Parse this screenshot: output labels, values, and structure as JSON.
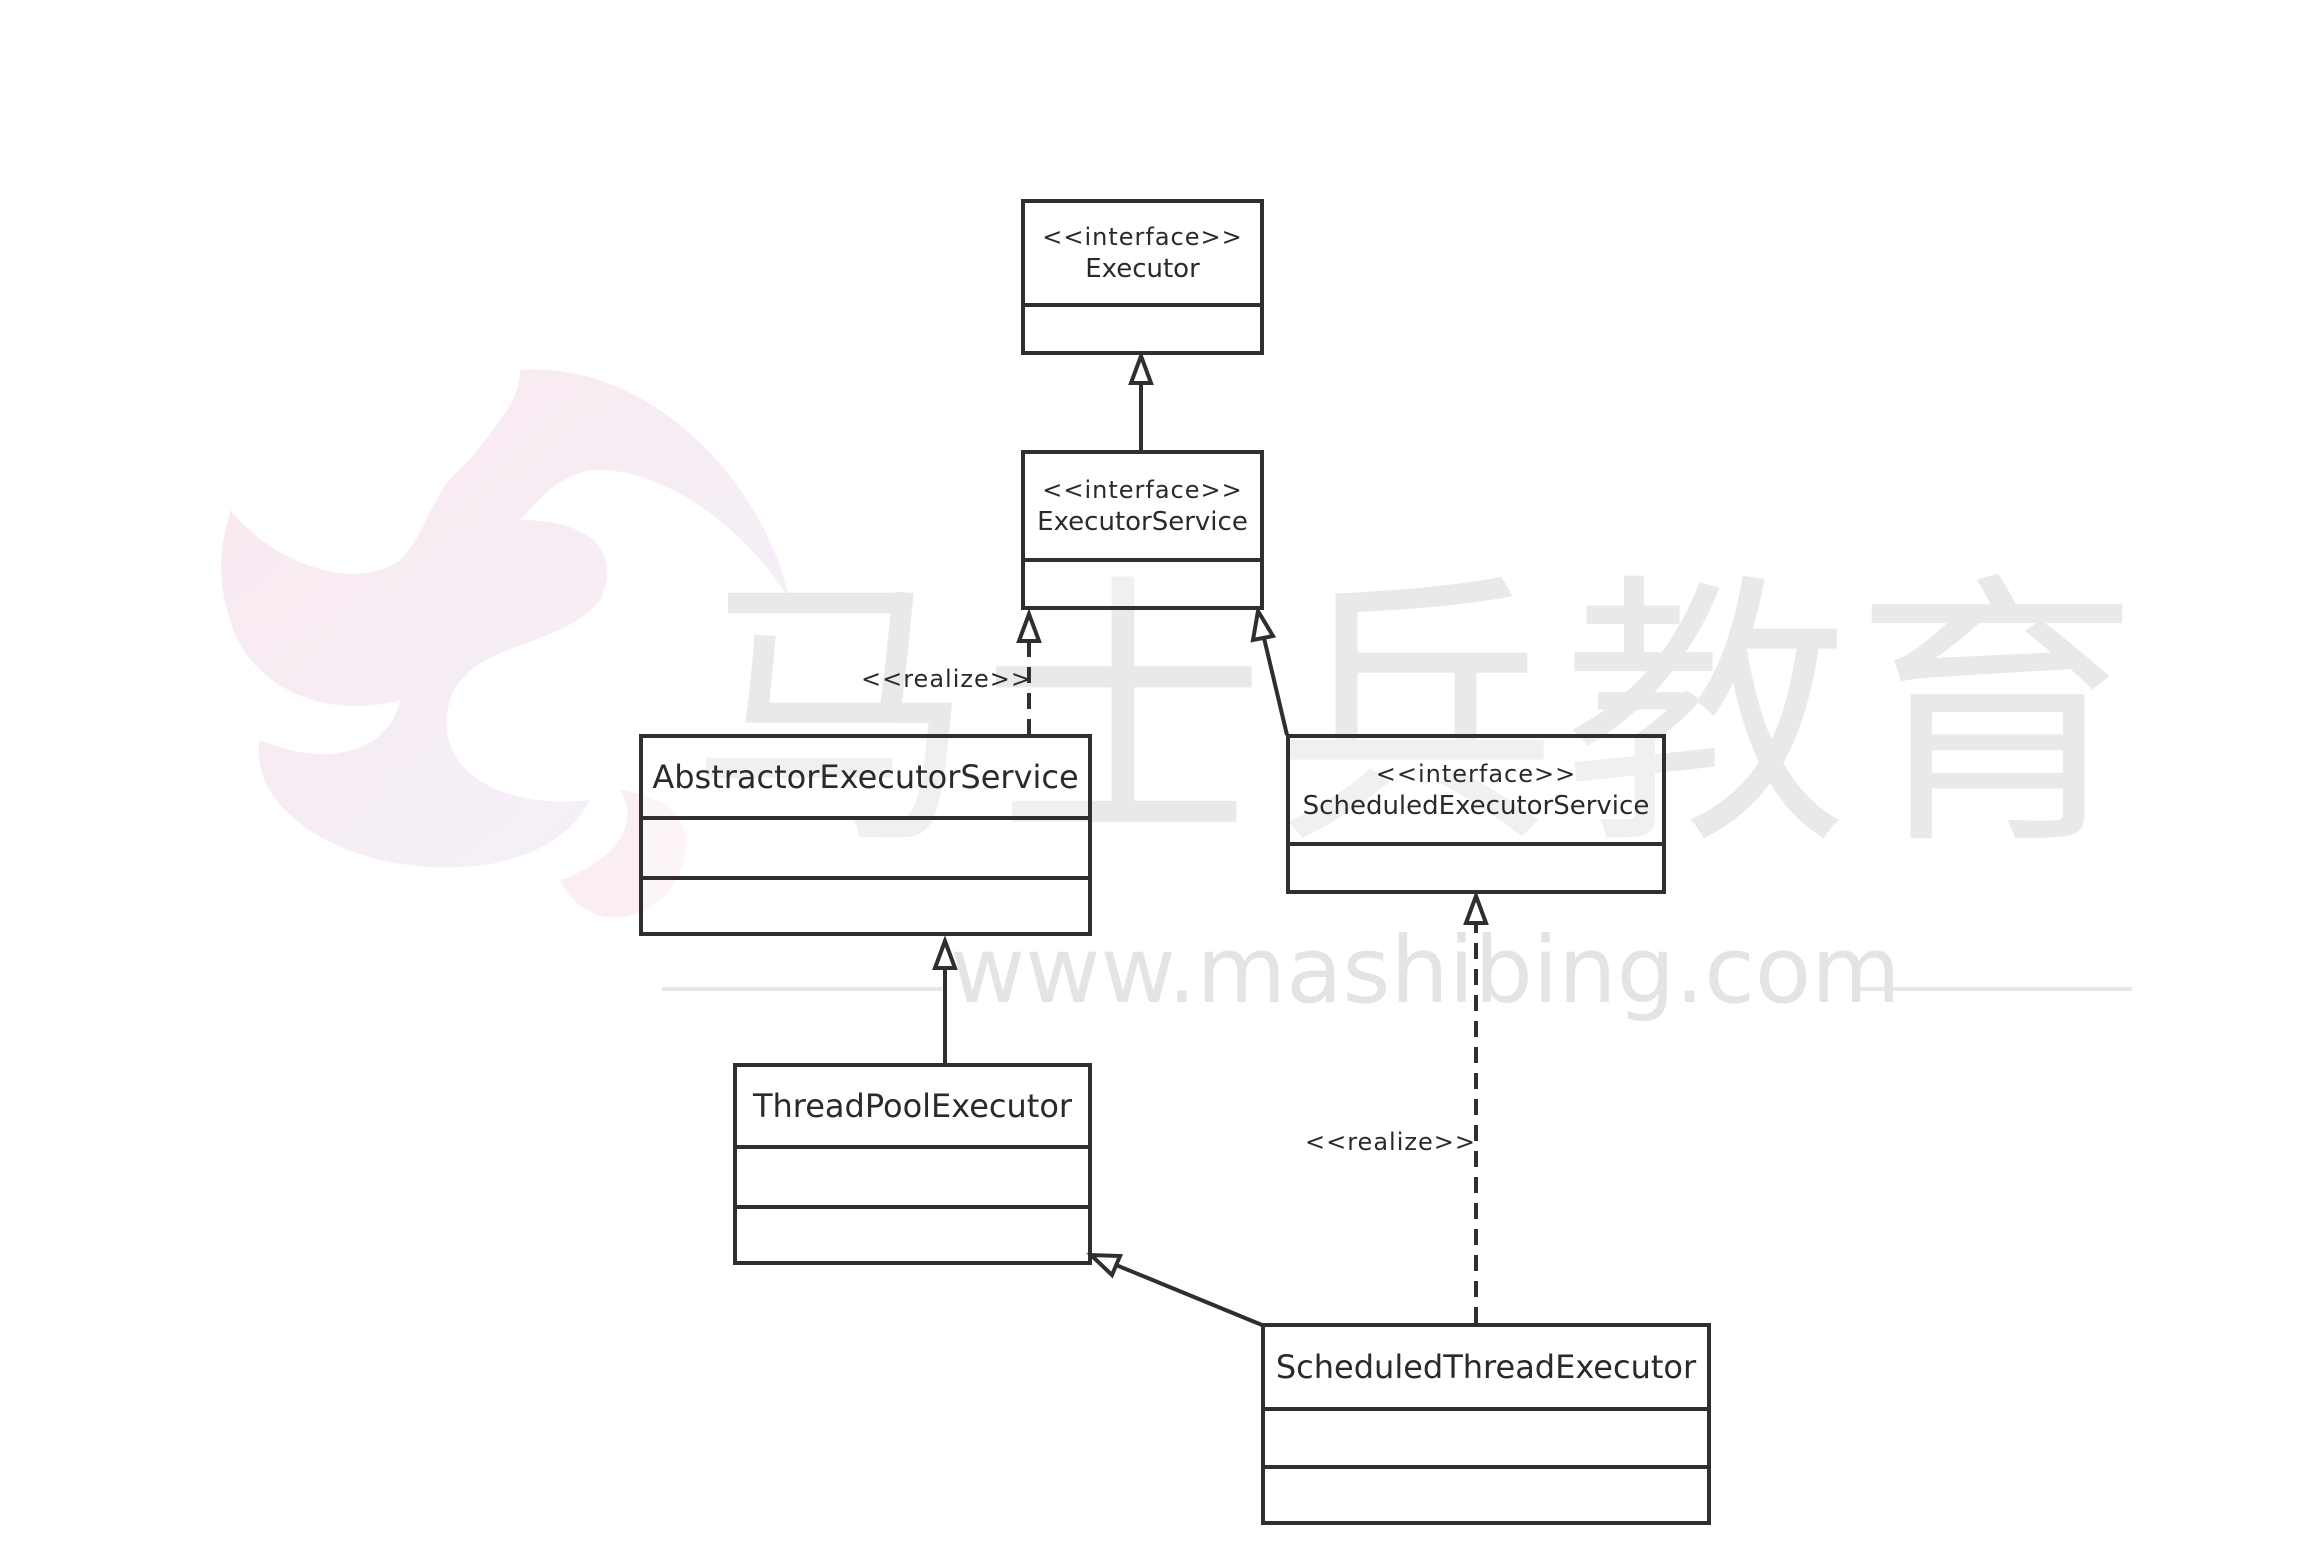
{
  "watermark": {
    "brand_cn": "马士兵教育",
    "url": "www.mashibing.com"
  },
  "diagram": {
    "executor": {
      "stereotype": "<<interface>>",
      "name": "Executor"
    },
    "executor_service": {
      "stereotype": "<<interface>>",
      "name": "ExecutorService"
    },
    "abstract_executor_service": {
      "name": "AbstractorExecutorService"
    },
    "scheduled_executor_service": {
      "stereotype": "<<interface>>",
      "name": "ScheduledExecutorService"
    },
    "thread_pool_executor": {
      "name": "ThreadPoolExecutor"
    },
    "scheduled_thread_executor": {
      "name": "ScheduledThreadExecutor"
    },
    "realize_label_1": "<<realize>>",
    "realize_label_2": "<<realize>>"
  }
}
